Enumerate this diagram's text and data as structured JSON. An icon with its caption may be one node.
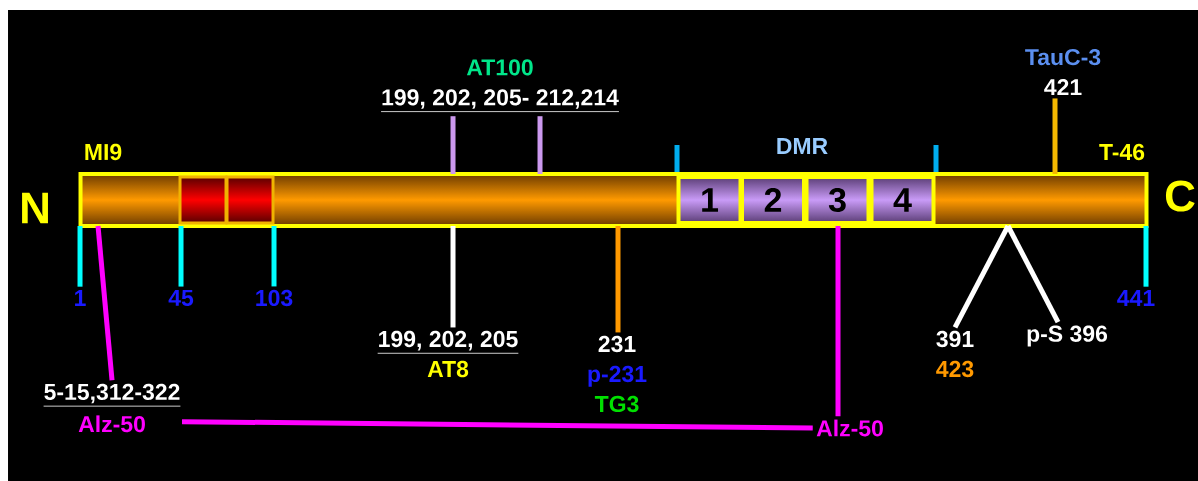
{
  "diagram": {
    "nodes": [
      {
        "text": [],
        "shape": "bar"
      },
      {
        "text": [],
        "shape": "box",
        "in": 0
      },
      {
        "text": [],
        "shape": "box",
        "in": 0
      },
      {
        "text": [
          "1"
        ],
        "in": 0
      },
      {
        "text": [
          "2"
        ],
        "in": 0
      },
      {
        "text": [
          "3"
        ],
        "in": 0
      },
      {
        "text": [
          "4"
        ],
        "in": 0
      },
      {
        "text": [
          "AT100",
          "199, 202, 205- 212,214"
        ]
      },
      {
        "text": [
          "TauC-3",
          "421"
        ]
      },
      {
        "text": [
          "1"
        ]
      },
      {
        "text": [
          "45"
        ]
      },
      {
        "text": [
          "103"
        ]
      },
      {
        "text": [
          "441"
        ]
      },
      {
        "text": [
          "199, 202, 205",
          "AT8"
        ]
      },
      {
        "text": [
          "231",
          "p-231",
          "TG3"
        ]
      },
      {
        "text": [
          "391",
          "423"
        ]
      },
      {
        "text": [
          "p-S 396"
        ]
      },
      {
        "text": [
          "5-15,312-322",
          "Alz-50"
        ]
      },
      {
        "text": [
          "Alz-50"
        ]
      }
    ],
    "edges": [
      {
        "from": 7,
        "to": 0,
        "arrow": "none",
        "color": "#cc99ee"
      },
      {
        "from": 7,
        "to": 0,
        "arrow": "none",
        "color": "#cc99ee"
      },
      {
        "from": 8,
        "to": 0,
        "arrow": "none",
        "color": "#f5b800"
      },
      {
        "from": 9,
        "to": 0,
        "arrow": "none",
        "color": "#00ffff"
      },
      {
        "from": 10,
        "to": 0,
        "arrow": "none",
        "color": "#00ffff"
      },
      {
        "from": 11,
        "to": 0,
        "arrow": "none",
        "color": "#00ffff"
      },
      {
        "from": 12,
        "to": 0,
        "arrow": "none",
        "color": "#00ffff"
      },
      {
        "from": 13,
        "to": 0,
        "arrow": "none",
        "color": "#ffffff"
      },
      {
        "from": 14,
        "to": 0,
        "arrow": "none",
        "color": "#ff9900"
      },
      {
        "from": 15,
        "to": 0,
        "arrow": "none",
        "color": "#ffffff"
      },
      {
        "from": 16,
        "to": 0,
        "arrow": "none",
        "color": "#ffffff"
      },
      {
        "from": 17,
        "to": 0,
        "arrow": "none",
        "color": "#ff00ff"
      },
      {
        "from": 18,
        "to": 0,
        "arrow": "none",
        "color": "#ff00ff"
      },
      {
        "from": 17,
        "to": 18,
        "arrow": "none",
        "color": "#ff00ff"
      }
    ],
    "labels": [
      "N",
      "C",
      "MI9",
      "DMR",
      "T-46"
    ]
  }
}
